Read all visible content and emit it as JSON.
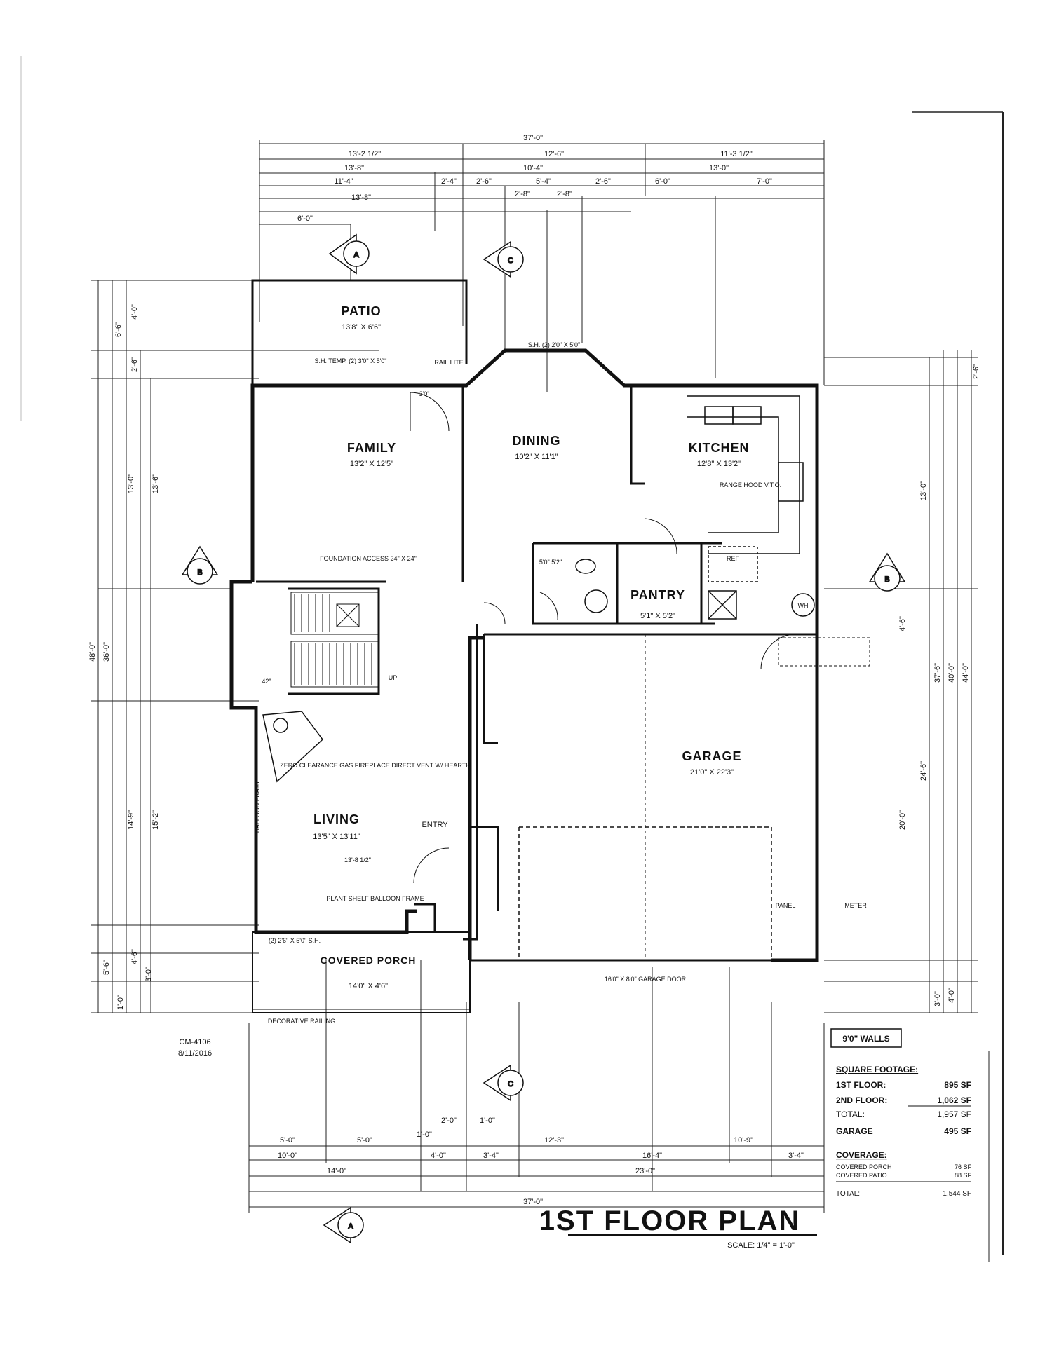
{
  "title": "1ST FLOOR PLAN",
  "scale": "SCALE: 1/4\" = 1'-0\"",
  "plan_id": "CM-4106",
  "plan_date": "8/11/2016",
  "walls_note": "9'0\" WALLS",
  "rooms": {
    "patio": {
      "name": "PATIO",
      "size": "13'8\" X 6'6\""
    },
    "family": {
      "name": "FAMILY",
      "size": "13'2\" X 12'5\""
    },
    "dining": {
      "name": "DINING",
      "size": "10'2\" X 11'1\""
    },
    "kitchen": {
      "name": "KITCHEN",
      "size": "12'8\" X 13'2\""
    },
    "pantry": {
      "name": "PANTRY",
      "size": "5'1\" X 5'2\""
    },
    "garage": {
      "name": "GARAGE",
      "size": "21'0\" X 22'3\""
    },
    "living": {
      "name": "LIVING",
      "size": "13'5\" X 13'11\""
    },
    "porch": {
      "name": "COVERED PORCH",
      "size": "14'0\" X 4'6\""
    },
    "entry": {
      "name": "ENTRY"
    }
  },
  "notes": {
    "window_family": "S.H. TEMP. (2) 3'0\" X 5'0\"",
    "window_dining": "S.H. (2) 2'0\" X 5'0\"",
    "rail_lite": "RAIL LITE",
    "foundation": "FOUNDATION ACCESS 24\" X 24\"",
    "fireplace": "ZERO CLEARANCE GAS FIREPLACE DIRECT VENT W/ HEARTH",
    "range_hood": "RANGE HOOD V.T.O.",
    "ref": "REF",
    "whr": "WH",
    "plant_shelf": "PLANT SHELF BALLOON FRAME",
    "balloon": "BALLOON FRAME",
    "porch_window": "(2) 2'6\" X 5'0\" S.H.",
    "railing": "DECORATIVE RAILING",
    "garage_door": "16'0\" X 8'0\" GARAGE DOOR",
    "panel": "PANEL",
    "meter": "METER",
    "up": "UP",
    "stair_width": "42\"",
    "bath": "5'0\" 5'2\"",
    "door_3": "3'0\"",
    "living_width": "13'-8 1/2\""
  },
  "dims_top": [
    "37'-0\"",
    "13'-2 1/2\"",
    "12'-6\"",
    "11'-3 1/2\"",
    "13'-8\"",
    "10'-4\"",
    "13'-0\"",
    "11'-4\"",
    "2'-4\"",
    "2'-6\"",
    "5'-4\"",
    "2'-6\"",
    "6'-0\"",
    "7'-0\"",
    "13'-8\"",
    "2'-8\"",
    "2'-8\"",
    "6'-0\""
  ],
  "dims_bottom": [
    "5'-0\"",
    "5'-0\"",
    "1'-0\"",
    "2'-0\"",
    "1'-0\"",
    "12'-3\"",
    "10'-9\"",
    "10'-0\"",
    "4'-0\"",
    "3'-4\"",
    "16'-4\"",
    "3'-4\"",
    "14'-0\"",
    "23'-0\"",
    "37'-0\""
  ],
  "dims_left": [
    "6'-6\"",
    "4'-0\"",
    "2'-6\"",
    "13'-0\"",
    "13'-6\"",
    "48'-0\"",
    "36'-0\"",
    "14'-9\"",
    "15'-2\"",
    "5'-6\"",
    "4'-6\"",
    "3'-0\"",
    "1'-0\""
  ],
  "dims_right": [
    "2'-6\"",
    "13'-0\"",
    "37'-6\"",
    "40'-0\"",
    "44'-0\"",
    "24'-6\"",
    "20'-0\"",
    "4'-6\"",
    "3'-0\"",
    "4'-0\""
  ],
  "section_markers": [
    "A",
    "C",
    "B",
    "B",
    "C",
    "A"
  ],
  "square_footage": {
    "heading": "SQUARE FOOTAGE:",
    "rows": [
      {
        "label": "1ST FLOOR:",
        "value": "895 SF"
      },
      {
        "label": "2ND FLOOR:",
        "value": "1,062 SF"
      },
      {
        "label": "TOTAL:",
        "value": "1,957 SF"
      },
      {
        "label": "GARAGE",
        "value": "495 SF"
      }
    ],
    "coverage_heading": "COVERAGE:",
    "coverage_rows": [
      {
        "label": "COVERED PORCH",
        "value": "76 SF"
      },
      {
        "label": "COVERED PATIO",
        "value": "88 SF"
      }
    ],
    "total_label": "TOTAL:",
    "total_value": "1,544 SF"
  }
}
